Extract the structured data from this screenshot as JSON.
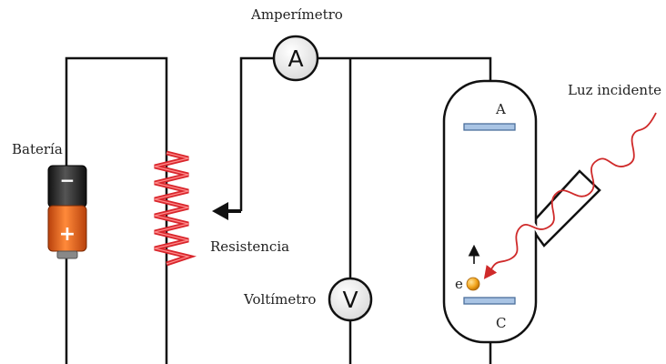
{
  "labels": {
    "ammeter": "Amperímetro",
    "ammeter_symbol": "A",
    "battery": "Batería",
    "battery_minus": "−",
    "battery_plus": "+",
    "resistor": "Resistencia",
    "voltmeter": "Voltímetro",
    "voltmeter_symbol": "V",
    "incident_light": "Luz incidente",
    "anode": "A",
    "cathode": "C",
    "electron": "e"
  },
  "colors": {
    "wire": "#111111",
    "resistor": "#d9262c",
    "light_wave": "#cf2a2a",
    "plate_fill": "#a9c4e4",
    "plate_stroke": "#4c6f9c",
    "battery_top": "#2c2c2c",
    "battery_bottom": "#e8641e",
    "electron": "#f2a51d"
  }
}
